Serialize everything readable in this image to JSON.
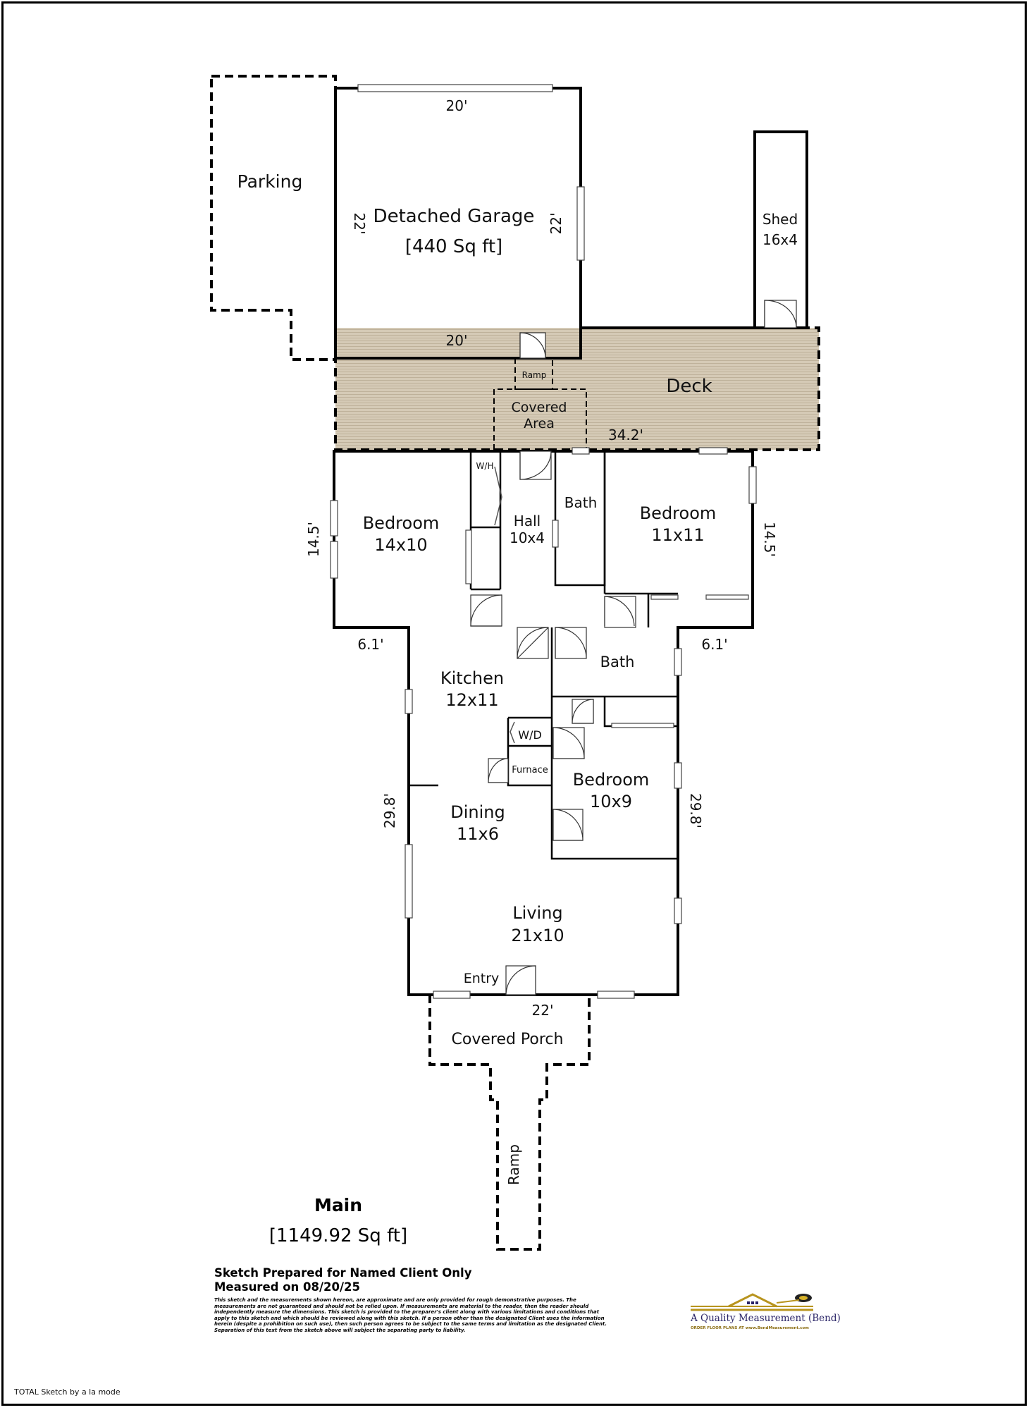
{
  "floor": {
    "name": "Main",
    "area": "[1149.92 Sq ft]"
  },
  "rooms": {
    "parking": "Parking",
    "garage_name": "Detached Garage",
    "garage_area": "[440 Sq ft]",
    "shed_name": "Shed",
    "shed_size": "16x4",
    "deck": "Deck",
    "ramp_top": "Ramp",
    "covered_area_1": "Covered",
    "covered_area_2": "Area",
    "wh": "W/H",
    "bedroom_w_name": "Bedroom",
    "bedroom_w_size": "14x10",
    "hall_name": "Hall",
    "hall_size": "10x4",
    "bath_upper": "Bath",
    "bedroom_e_name": "Bedroom",
    "bedroom_e_size": "11x11",
    "kitchen_name": "Kitchen",
    "kitchen_size": "12x11",
    "bath_lower": "Bath",
    "wd": "W/D",
    "furnace": "Furnace",
    "bedroom_s_name": "Bedroom",
    "bedroom_s_size": "10x9",
    "dining_name": "Dining",
    "dining_size": "11x6",
    "living_name": "Living",
    "living_size": "21x10",
    "entry": "Entry",
    "covered_porch": "Covered Porch",
    "ramp_bottom": "Ramp"
  },
  "dimensions": {
    "garage_top": "20'",
    "garage_bottom": "20'",
    "garage_left": "22'",
    "garage_right": "22'",
    "deck_width": "34.2'",
    "house_left_upper": "14.5'",
    "house_right_upper": "14.5'",
    "step_left": "6.1'",
    "step_right": "6.1'",
    "house_left_lower": "29.8'",
    "house_right_lower": "29.8'",
    "house_bottom": "22'"
  },
  "notes": {
    "line1": "Sketch Prepared for Named Client Only",
    "line2": "Measured on 08/20/25",
    "disclaimer": "This sketch and the measurements shown hereon, are approximate and are only provided for rough demonstrative purposes. The measurements are not guaranteed and should not be relied upon. If measurements are material to the reader, then the reader should independently measure the dimensions. This sketch is provided to the preparer's client along with various limitations and conditions that apply to this sketch and which should be reviewed along with this sketch. If a person other than the designated Client uses the information herein (despite a prohibition on such use), then such person agrees to be subject to the same terms and limitation as the designated Client. Separation of this text from the sketch above will subject the separating party to liability."
  },
  "logo": {
    "name": "A Quality Measurement (Bend)",
    "tagline": "ORDER FLOOR PLANS AT www.BendMeasurement.com"
  },
  "footer": "TOTAL Sketch by a la mode",
  "colors": {
    "garage": "#ccffcc",
    "shed": "#ffb3b3",
    "house": "#ffffb3",
    "parking": "#e6e6e6",
    "deck": "#d3c8b4",
    "porch": "#dcdcdc"
  }
}
